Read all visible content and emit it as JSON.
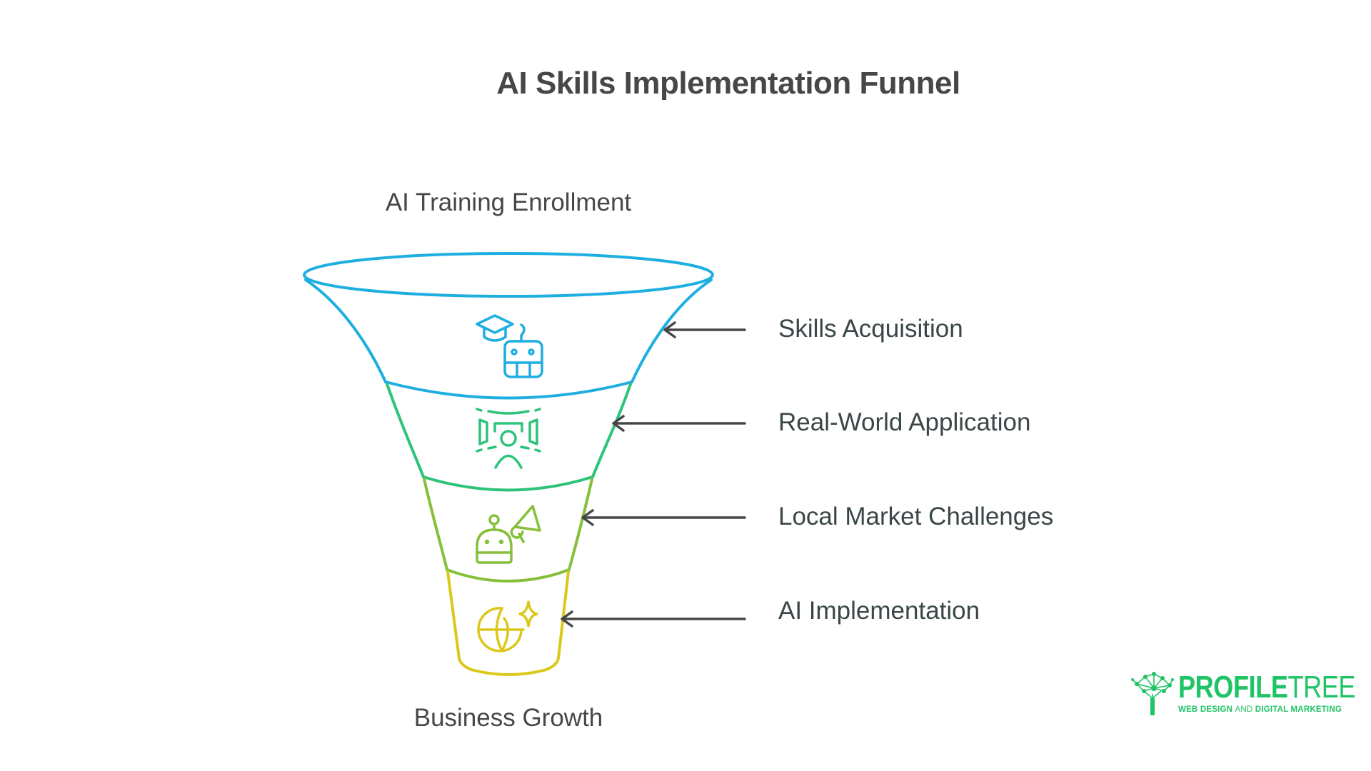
{
  "title": "AI Skills Implementation Funnel",
  "top_label": "AI Training Enrollment",
  "bottom_label": "Business Growth",
  "stages": [
    {
      "label": "Skills Acquisition",
      "icon": "graduation-cap-robot-icon",
      "color": "#1eaee0"
    },
    {
      "label": "Real-World Application",
      "icon": "immersive-user-display-icon",
      "color": "#2dc47a"
    },
    {
      "label": "Local Market Challenges",
      "icon": "robot-megaphone-icon",
      "color": "#86c03a"
    },
    {
      "label": "AI Implementation",
      "icon": "globe-sparkle-icon",
      "color": "#dcc81a"
    }
  ],
  "arrow_color": "#474747",
  "logo": {
    "name_bold": "PROFILE",
    "name_thin": "TREE",
    "tagline_part1": "WEB DESIGN ",
    "tagline_part2": "AND",
    "tagline_part3": " DIGITAL MARKETING",
    "color": "#1fc466"
  }
}
